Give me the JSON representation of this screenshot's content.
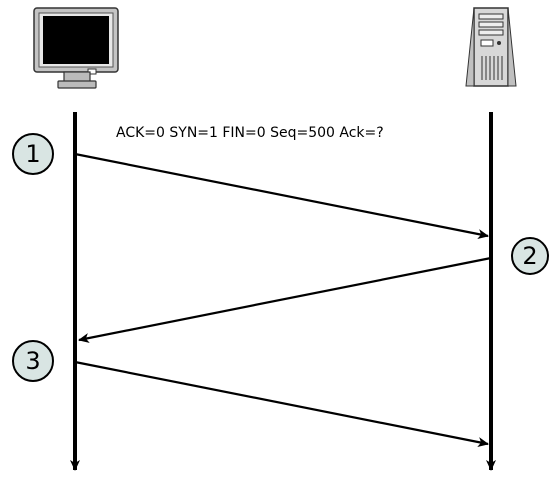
{
  "colors": {
    "step_circle_fill": "#d9e5e3",
    "line": "#000000",
    "monitor_body": "#c8c8c8",
    "monitor_screen": "#000000",
    "server_body": "#d0d0d0"
  },
  "icons": {
    "client": "computer-monitor-icon",
    "server": "server-tower-icon"
  },
  "steps": [
    {
      "number": "1"
    },
    {
      "number": "2"
    },
    {
      "number": "3"
    }
  ],
  "messages": [
    {
      "label": "ACK=0 SYN=1 FIN=0 Seq=500 Ack=?"
    },
    {
      "label": ""
    },
    {
      "label": ""
    }
  ]
}
